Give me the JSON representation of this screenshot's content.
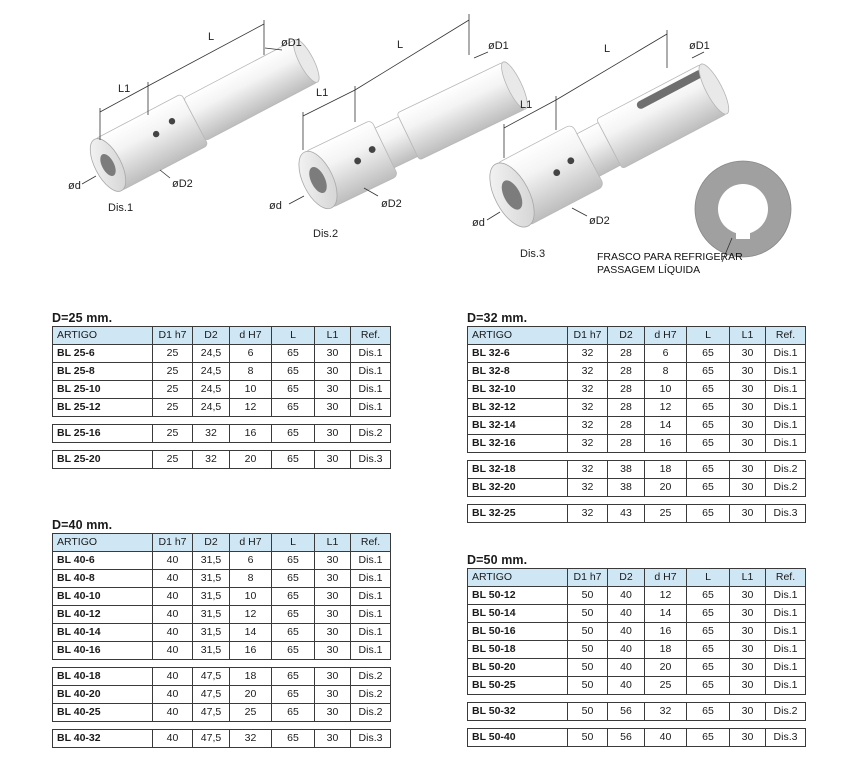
{
  "illustration": {
    "dis1": {
      "L": "L",
      "L1": "L1",
      "D1": "øD1",
      "D2": "øD2",
      "d": "ød",
      "caption": "Dis.1"
    },
    "dis2": {
      "L": "L",
      "L1": "L1",
      "D1": "øD1",
      "D2": "øD2",
      "d": "ød",
      "caption": "Dis.2"
    },
    "dis3": {
      "L": "L",
      "L1": "L1",
      "D1": "øD1",
      "D2": "øD2",
      "d": "ød",
      "caption": "Dis.3"
    },
    "coolant_line1": "FRASCO PARA REFRIGERAR",
    "coolant_line2": "PASSAGEM LÍQUIDA"
  },
  "columns": [
    "ARTIGO",
    "D1 h7",
    "D2",
    "d H7",
    "L",
    "L1",
    "Ref."
  ],
  "tables": [
    {
      "id": "d25",
      "title": "D=25 mm.",
      "groups": [
        [
          [
            "BL 25-6",
            "25",
            "24,5",
            "6",
            "65",
            "30",
            "Dis.1"
          ],
          [
            "BL 25-8",
            "25",
            "24,5",
            "8",
            "65",
            "30",
            "Dis.1"
          ],
          [
            "BL 25-10",
            "25",
            "24,5",
            "10",
            "65",
            "30",
            "Dis.1"
          ],
          [
            "BL 25-12",
            "25",
            "24,5",
            "12",
            "65",
            "30",
            "Dis.1"
          ]
        ],
        [
          [
            "BL 25-16",
            "25",
            "32",
            "16",
            "65",
            "30",
            "Dis.2"
          ]
        ],
        [
          [
            "BL 25-20",
            "25",
            "32",
            "20",
            "65",
            "30",
            "Dis.3"
          ]
        ]
      ]
    },
    {
      "id": "d32",
      "title": "D=32 mm.",
      "groups": [
        [
          [
            "BL 32-6",
            "32",
            "28",
            "6",
            "65",
            "30",
            "Dis.1"
          ],
          [
            "BL 32-8",
            "32",
            "28",
            "8",
            "65",
            "30",
            "Dis.1"
          ],
          [
            "BL 32-10",
            "32",
            "28",
            "10",
            "65",
            "30",
            "Dis.1"
          ],
          [
            "BL 32-12",
            "32",
            "28",
            "12",
            "65",
            "30",
            "Dis.1"
          ],
          [
            "BL 32-14",
            "32",
            "28",
            "14",
            "65",
            "30",
            "Dis.1"
          ],
          [
            "BL 32-16",
            "32",
            "28",
            "16",
            "65",
            "30",
            "Dis.1"
          ]
        ],
        [
          [
            "BL 32-18",
            "32",
            "38",
            "18",
            "65",
            "30",
            "Dis.2"
          ],
          [
            "BL 32-20",
            "32",
            "38",
            "20",
            "65",
            "30",
            "Dis.2"
          ]
        ],
        [
          [
            "BL 32-25",
            "32",
            "43",
            "25",
            "65",
            "30",
            "Dis.3"
          ]
        ]
      ]
    },
    {
      "id": "d40",
      "title": "D=40 mm.",
      "groups": [
        [
          [
            "BL 40-6",
            "40",
            "31,5",
            "6",
            "65",
            "30",
            "Dis.1"
          ],
          [
            "BL 40-8",
            "40",
            "31,5",
            "8",
            "65",
            "30",
            "Dis.1"
          ],
          [
            "BL 40-10",
            "40",
            "31,5",
            "10",
            "65",
            "30",
            "Dis.1"
          ],
          [
            "BL 40-12",
            "40",
            "31,5",
            "12",
            "65",
            "30",
            "Dis.1"
          ],
          [
            "BL 40-14",
            "40",
            "31,5",
            "14",
            "65",
            "30",
            "Dis.1"
          ],
          [
            "BL 40-16",
            "40",
            "31,5",
            "16",
            "65",
            "30",
            "Dis.1"
          ]
        ],
        [
          [
            "BL 40-18",
            "40",
            "47,5",
            "18",
            "65",
            "30",
            "Dis.2"
          ],
          [
            "BL 40-20",
            "40",
            "47,5",
            "20",
            "65",
            "30",
            "Dis.2"
          ],
          [
            "BL 40-25",
            "40",
            "47,5",
            "25",
            "65",
            "30",
            "Dis.2"
          ]
        ],
        [
          [
            "BL 40-32",
            "40",
            "47,5",
            "32",
            "65",
            "30",
            "Dis.3"
          ]
        ]
      ]
    },
    {
      "id": "d50",
      "title": "D=50 mm.",
      "groups": [
        [
          [
            "BL 50-12",
            "50",
            "40",
            "12",
            "65",
            "30",
            "Dis.1"
          ],
          [
            "BL 50-14",
            "50",
            "40",
            "14",
            "65",
            "30",
            "Dis.1"
          ],
          [
            "BL 50-16",
            "50",
            "40",
            "16",
            "65",
            "30",
            "Dis.1"
          ],
          [
            "BL 50-18",
            "50",
            "40",
            "18",
            "65",
            "30",
            "Dis.1"
          ],
          [
            "BL 50-20",
            "50",
            "40",
            "20",
            "65",
            "30",
            "Dis.1"
          ],
          [
            "BL 50-25",
            "50",
            "40",
            "25",
            "65",
            "30",
            "Dis.1"
          ]
        ],
        [
          [
            "BL 50-32",
            "50",
            "56",
            "32",
            "65",
            "30",
            "Dis.2"
          ]
        ],
        [
          [
            "BL 50-40",
            "50",
            "56",
            "40",
            "65",
            "30",
            "Dis.3"
          ]
        ]
      ]
    }
  ]
}
